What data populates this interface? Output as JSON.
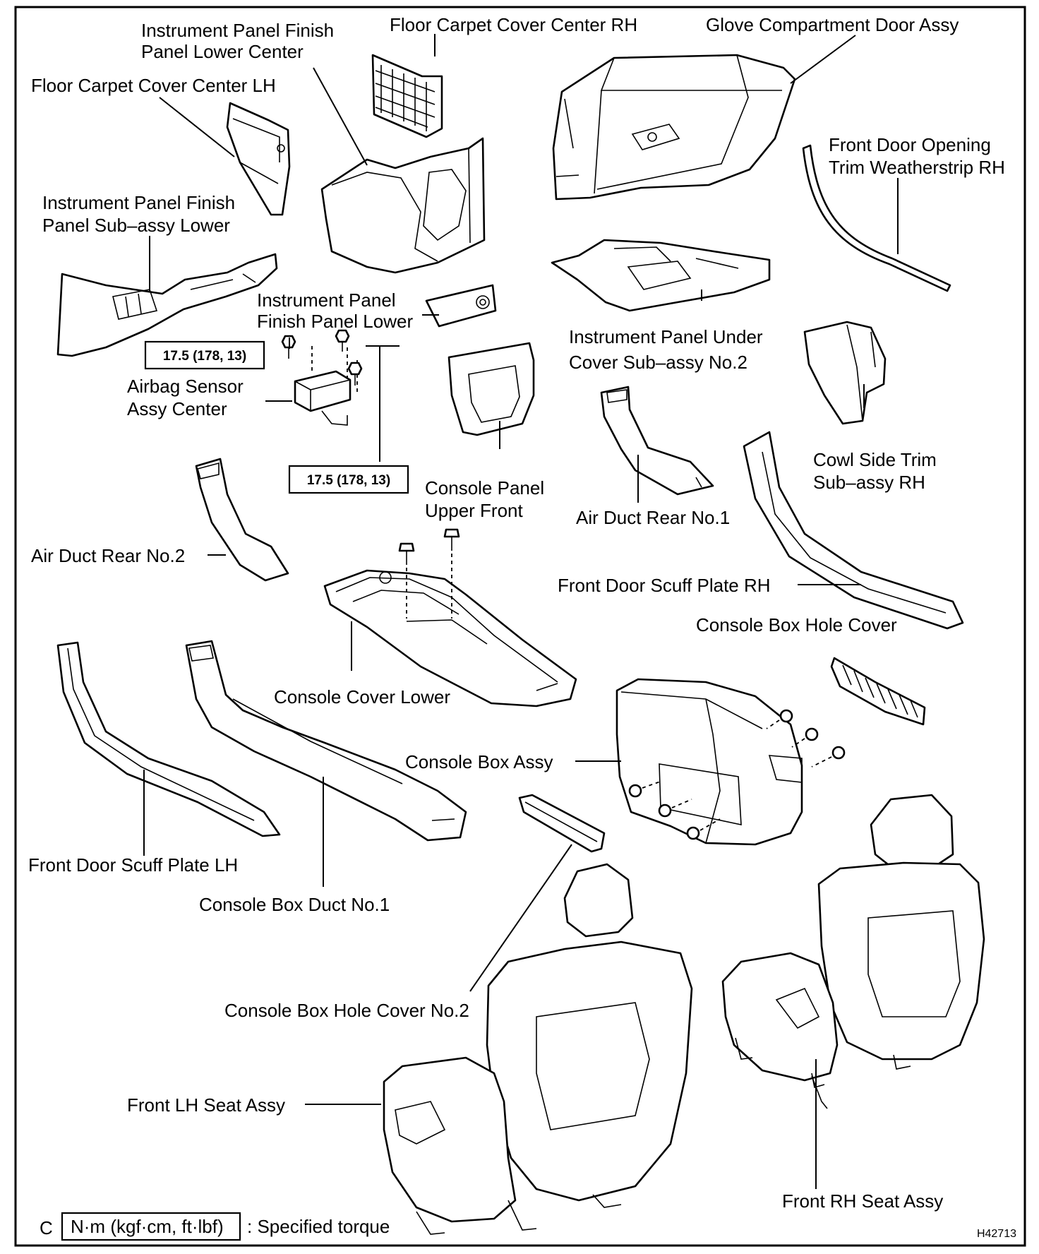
{
  "labels": {
    "ip_finish_lower_center": [
      "Instrument Panel Finish",
      "Panel Lower Center"
    ],
    "floor_carpet_rh": "Floor Carpet Cover Center RH",
    "glove_door": "Glove Compartment Door Assy",
    "floor_carpet_lh": "Floor Carpet Cover Center LH",
    "front_door_weatherstrip": [
      "Front Door Opening",
      "Trim Weatherstrip RH"
    ],
    "ip_finish_subassy_lower": [
      "Instrument Panel Finish",
      "Panel Sub–assy Lower"
    ],
    "ip_finish_lower": [
      "Instrument Panel",
      "Finish Panel Lower"
    ],
    "ip_under_cover": [
      "Instrument Panel Under",
      "Cover Sub–assy No.2"
    ],
    "airbag_sensor": [
      "Airbag Sensor",
      "Assy Center"
    ],
    "cowl_side_trim": [
      "Cowl Side Trim",
      "Sub–assy RH"
    ],
    "console_panel_upper": [
      "Console Panel",
      "Upper Front"
    ],
    "air_duct_rear_1": "Air Duct Rear No.1",
    "air_duct_rear_2": "Air Duct Rear No.2",
    "front_scuff_rh": "Front Door Scuff Plate RH",
    "console_box_hole_cover": "Console Box Hole Cover",
    "console_cover_lower": "Console Cover Lower",
    "console_box_assy": "Console Box Assy",
    "front_scuff_lh": "Front Door Scuff Plate LH",
    "console_box_duct": "Console Box Duct No.1",
    "console_box_hole_cover_2": "Console Box Hole Cover No.2",
    "front_lh_seat": "Front LH Seat Assy",
    "front_rh_seat": "Front RH Seat Assy"
  },
  "torques": {
    "upper": "17.5 (178, 13)",
    "lower": "17.5 (178, 13)"
  },
  "legend": {
    "prefix": "C",
    "unit": "N·m (kgf·cm, ft·lbf)",
    "description": ": Specified torque"
  },
  "figure_code": "H42713"
}
